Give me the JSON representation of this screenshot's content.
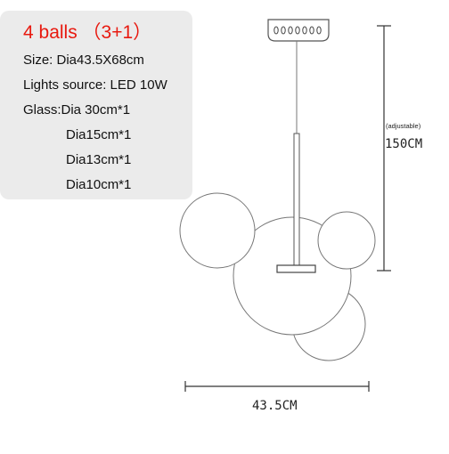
{
  "product": {
    "title": "4 balls （3+1）",
    "specs": [
      "Size: Dia43.5X68cm",
      "Lights source: LED 10W",
      "Glass:Dia 30cm*1",
      "Dia15cm*1",
      "Dia13cm*1",
      "Dia10cm*1"
    ]
  },
  "diagram": {
    "height_note": "(adjustable)",
    "height_value": "150CM",
    "width_value": "43.5CM"
  }
}
